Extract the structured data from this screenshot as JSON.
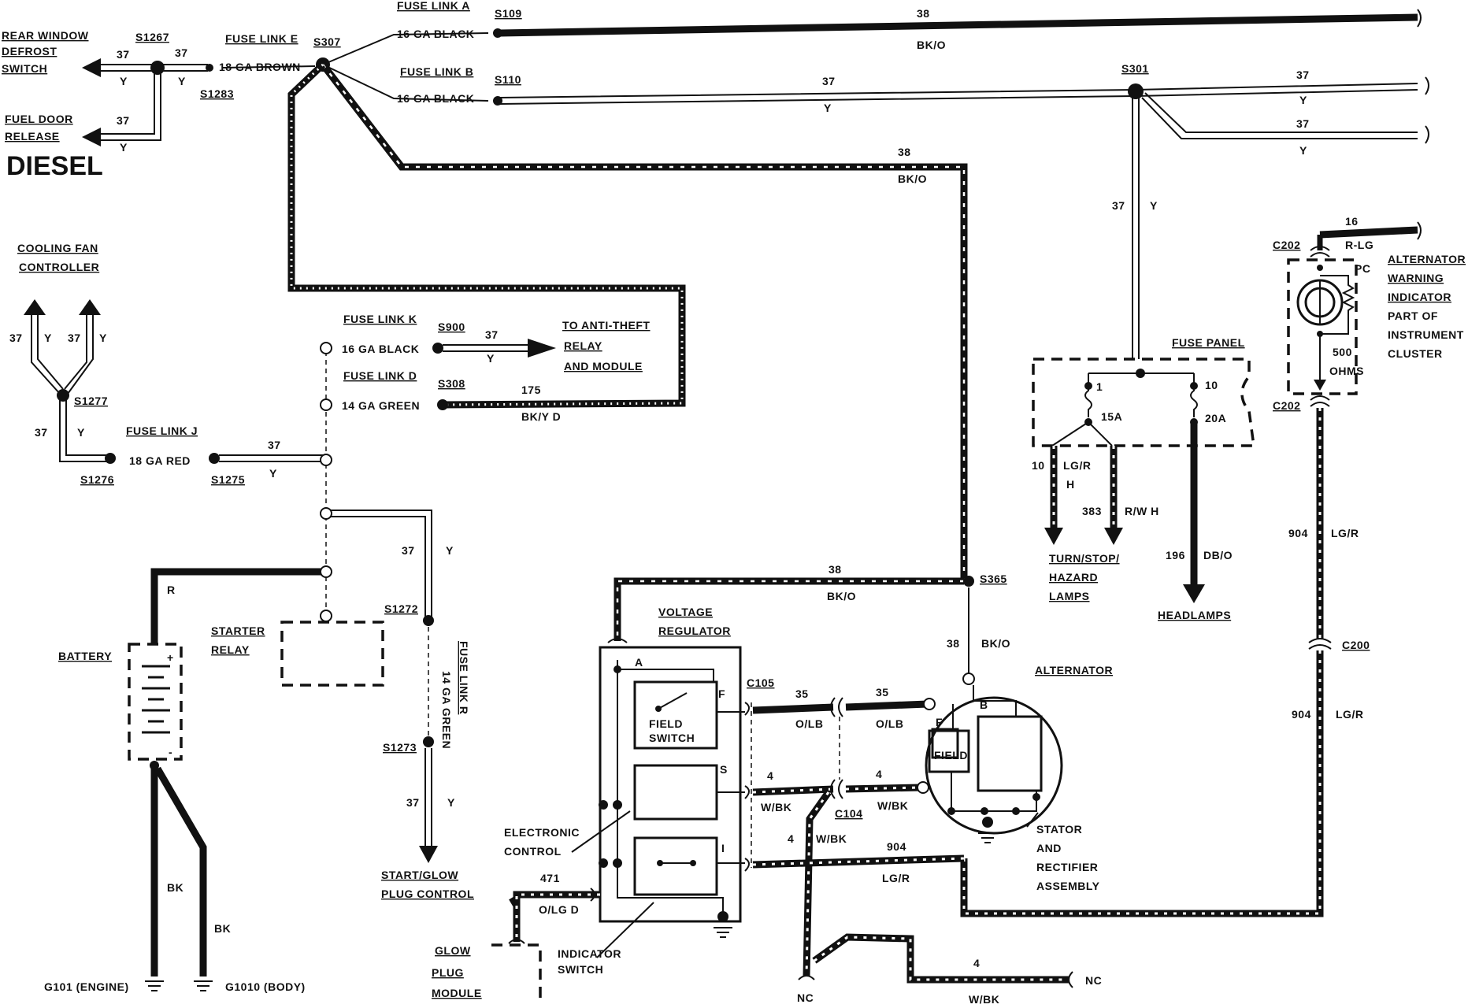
{
  "title": "DIESEL",
  "labels": {
    "rear_window_1": "REAR WINDOW",
    "rear_window_2": "DEFROST",
    "rear_window_3": "SWITCH",
    "fuel_door_1": "FUEL DOOR",
    "fuel_door_2": "RELEASE",
    "cooling_fan_1": "COOLING FAN",
    "cooling_fan_2": "CONTROLLER",
    "anti_theft_1": "TO ANTI-THEFT",
    "anti_theft_2": "RELAY",
    "anti_theft_3": "AND MODULE",
    "battery": "BATTERY",
    "starter_relay_1": "STARTER",
    "starter_relay_2": "RELAY",
    "start_glow_1": "START/GLOW",
    "start_glow_2": "PLUG CONTROL",
    "glow_module_1": "GLOW",
    "glow_module_2": "PLUG",
    "glow_module_3": "MODULE",
    "voltage_reg_1": "VOLTAGE",
    "voltage_reg_2": "REGULATOR",
    "electronic_control_1": "ELECTRONIC",
    "electronic_control_2": "CONTROL",
    "indicator_switch_1": "INDICATOR",
    "indicator_switch_2": "SWITCH",
    "field_switch_1": "FIELD",
    "field_switch_2": "SWITCH",
    "alternator": "ALTERNATOR",
    "field": "FIELD",
    "stator_1": "STATOR",
    "stator_2": "AND",
    "stator_3": "RECTIFIER",
    "stator_4": "ASSEMBLY",
    "fuse_panel": "FUSE PANEL",
    "turn_1": "TURN/STOP/",
    "turn_2": "HAZARD",
    "turn_3": "LAMPS",
    "headlamps": "HEADLAMPS",
    "alt_warn_1": "ALTERNATOR",
    "alt_warn_2": "WARNING",
    "alt_warn_3": "INDICATOR",
    "alt_warn_4": "PART OF",
    "alt_warn_5": "INSTRUMENT",
    "alt_warn_6": "CLUSTER",
    "ohms_1": "500",
    "ohms_2": "OHMS",
    "pc": "PC",
    "g101": "G101 (ENGINE)",
    "g1010": "G1010 (BODY)",
    "nc1": "NC",
    "nc2": "NC",
    "term_a": "A",
    "term_f": "F",
    "term_s": "S",
    "term_i": "I",
    "term_b": "B",
    "term_f2": "F",
    "fuse1_num": "1",
    "fuse1_amp": "15A",
    "fuse10_num": "10",
    "fuse10_amp": "20A"
  },
  "fuse_links": {
    "a": "FUSE LINK A",
    "a_ga": "16 GA BLACK",
    "b": "FUSE LINK B",
    "b_ga": "16 GA BLACK",
    "e": "FUSE LINK E",
    "e_ga": "18 GA BROWN",
    "k": "FUSE LINK K",
    "k_ga": "16 GA BLACK",
    "d": "FUSE LINK D",
    "d_ga": "14 GA GREEN",
    "j": "FUSE LINK J",
    "j_ga": "18 GA RED",
    "r": "FUSE LINK R",
    "r_ga": "14 GA GREEN"
  },
  "splices": {
    "s109": "S109",
    "s110": "S110",
    "s307": "S307",
    "s301": "S301",
    "s1267": "S1267",
    "s1283": "S1283",
    "s900": "S900",
    "s308": "S308",
    "s1277": "S1277",
    "s1276": "S1276",
    "s1275": "S1275",
    "s1272": "S1272",
    "s1273": "S1273",
    "s365": "S365",
    "c105": "C105",
    "c104": "C104",
    "c200": "C200",
    "c202a": "C202",
    "c202b": "C202"
  },
  "wires": {
    "w38": "38",
    "w37": "37",
    "w175": "175",
    "w35": "35",
    "w4": "4",
    "w904": "904",
    "w471": "471",
    "w16": "16",
    "w10": "10",
    "w383": "383",
    "w196": "196",
    "c_bko": "BK/O",
    "c_y": "Y",
    "c_bky": "BK/Y D",
    "c_r": "R",
    "c_bk": "BK",
    "c_olb": "O/LB",
    "c_wbk": "W/BK",
    "c_lgr": "LG/R",
    "c_olg": "O/LG D",
    "c_rlg": "R-LG",
    "c_lgr_h": "LG/R",
    "c_h": "H",
    "c_rwh": "R/W H",
    "c_dbo": "DB/O"
  }
}
